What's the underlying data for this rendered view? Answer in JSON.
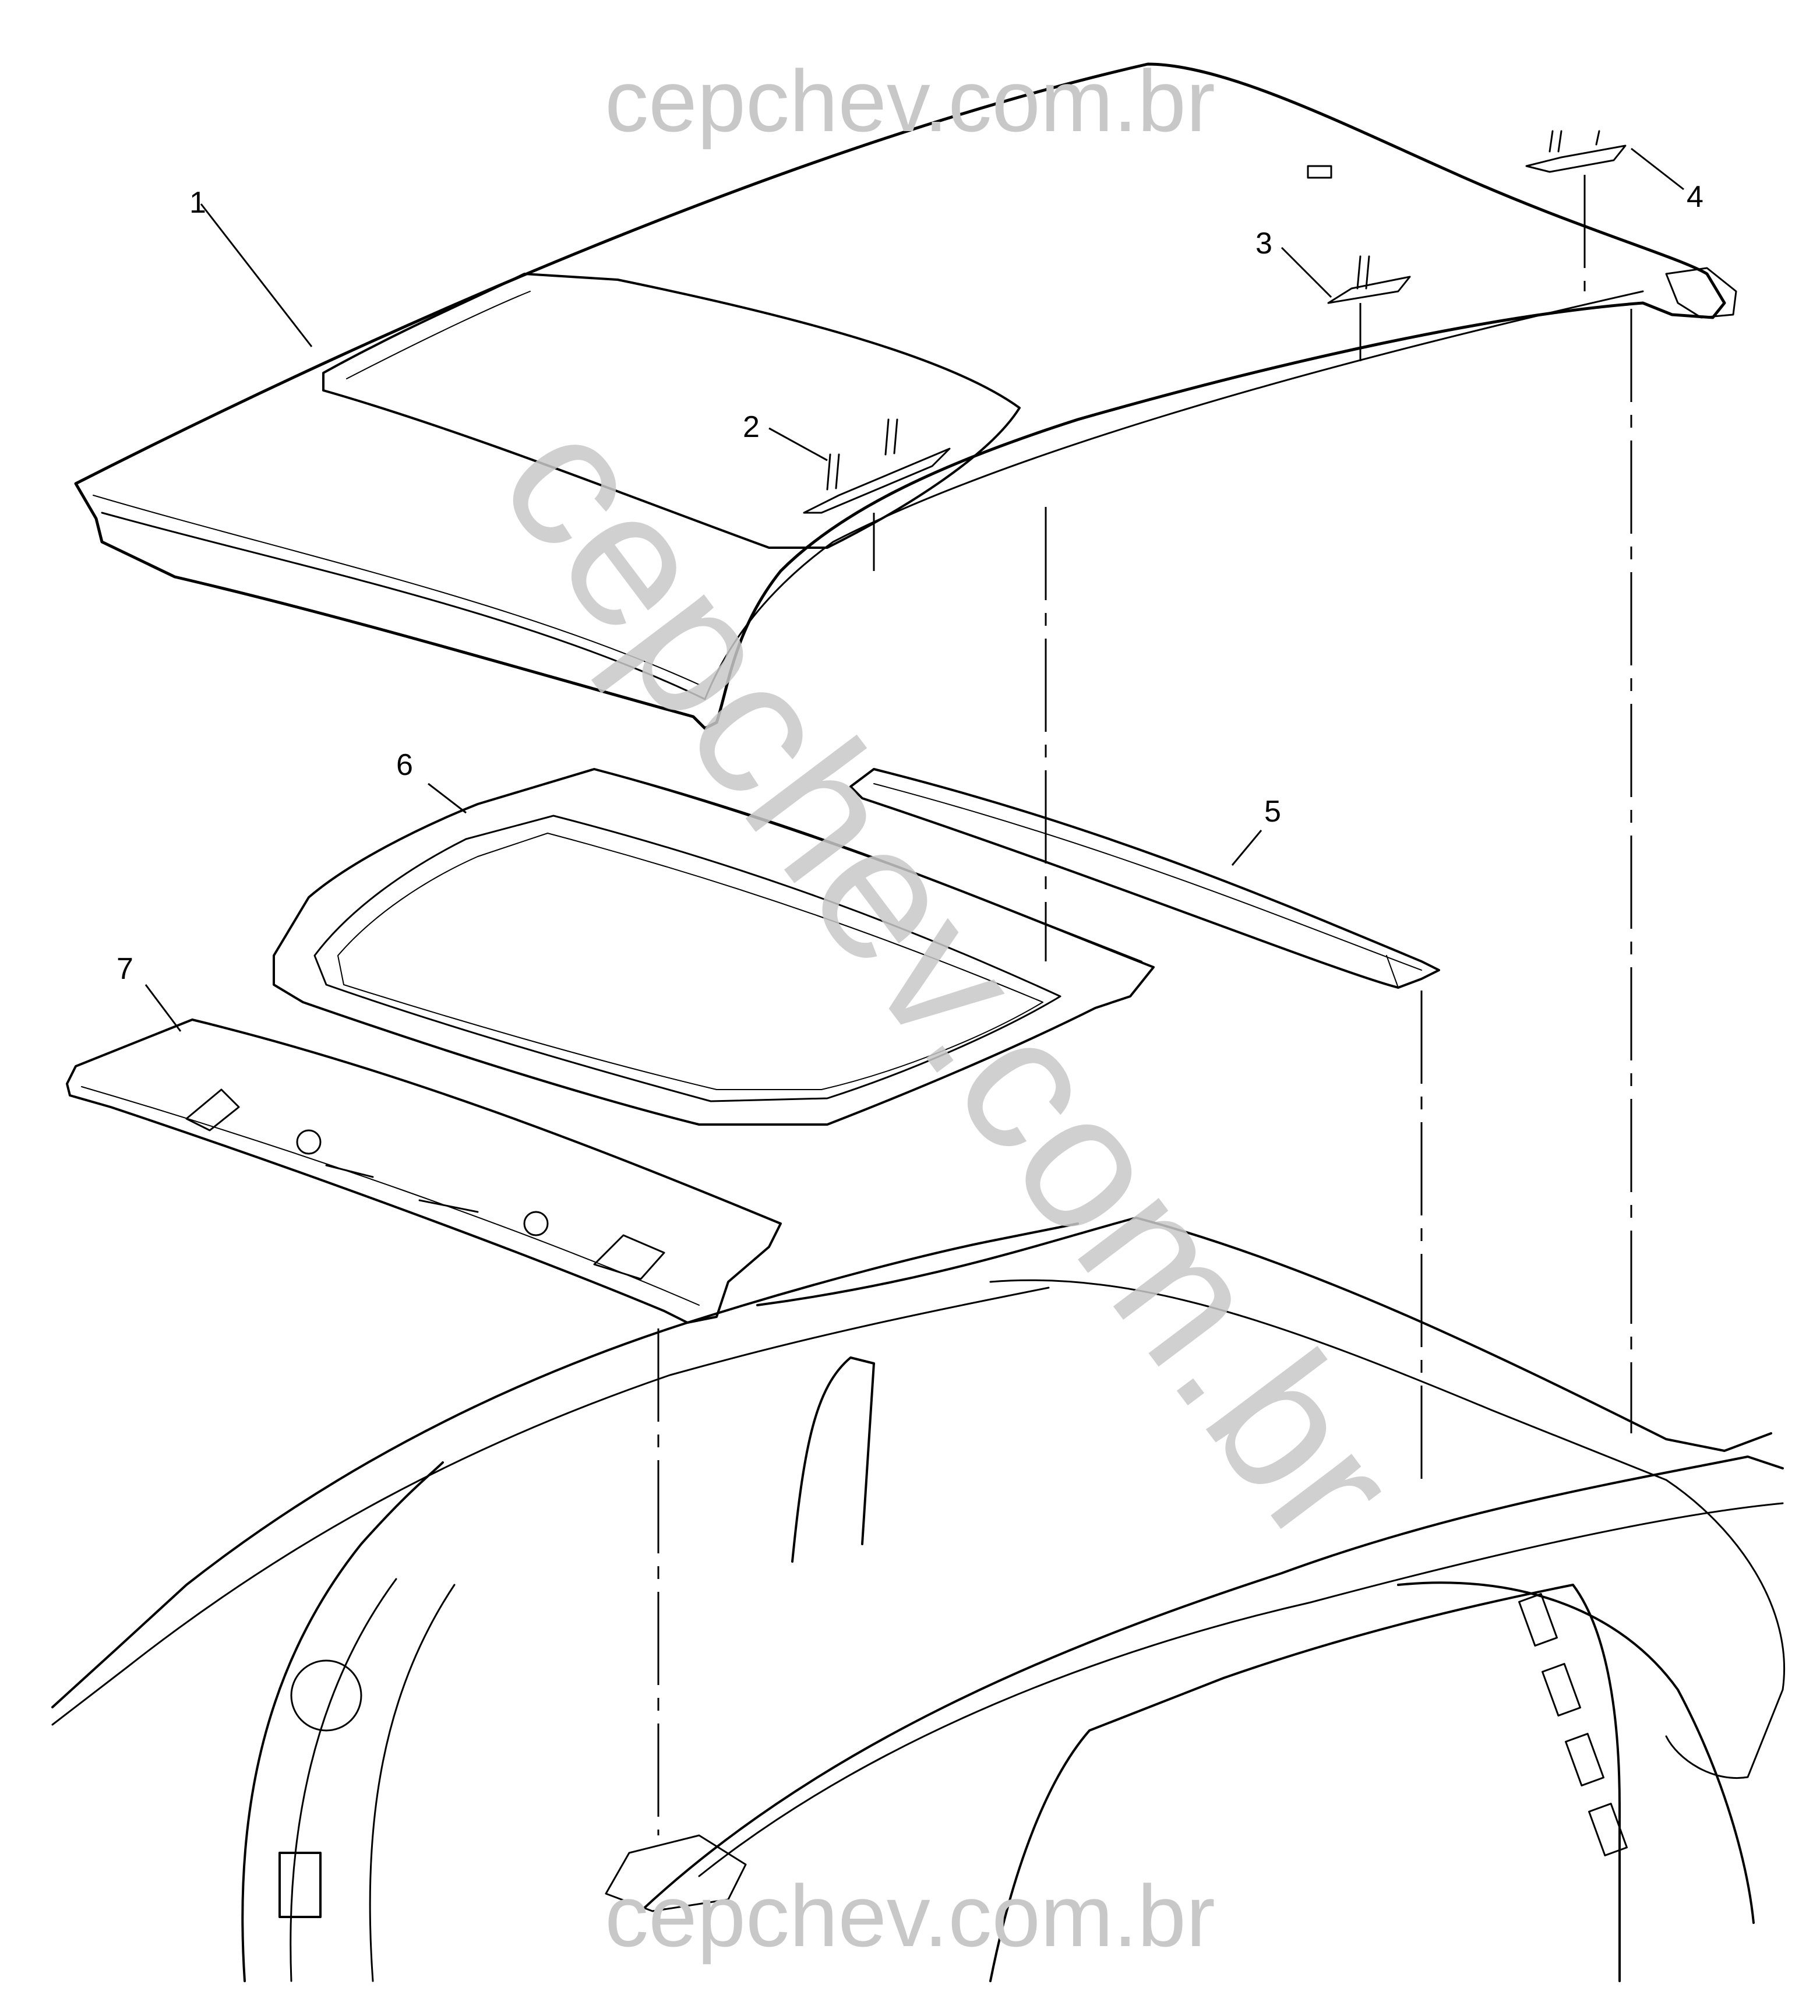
{
  "watermark": {
    "top": "cepchev.com.br",
    "bottom": "cepchev.com.br",
    "diagonal": "cepchev.com.br"
  },
  "callouts": [
    {
      "id": "1",
      "label": "1"
    },
    {
      "id": "2",
      "label": "2"
    },
    {
      "id": "3",
      "label": "3"
    },
    {
      "id": "4",
      "label": "4"
    },
    {
      "id": "5",
      "label": "5"
    },
    {
      "id": "6",
      "label": "6"
    },
    {
      "id": "7",
      "label": "7"
    }
  ],
  "colors": {
    "line": "#000000",
    "watermark": "#c8c8c8",
    "background": "#ffffff"
  }
}
